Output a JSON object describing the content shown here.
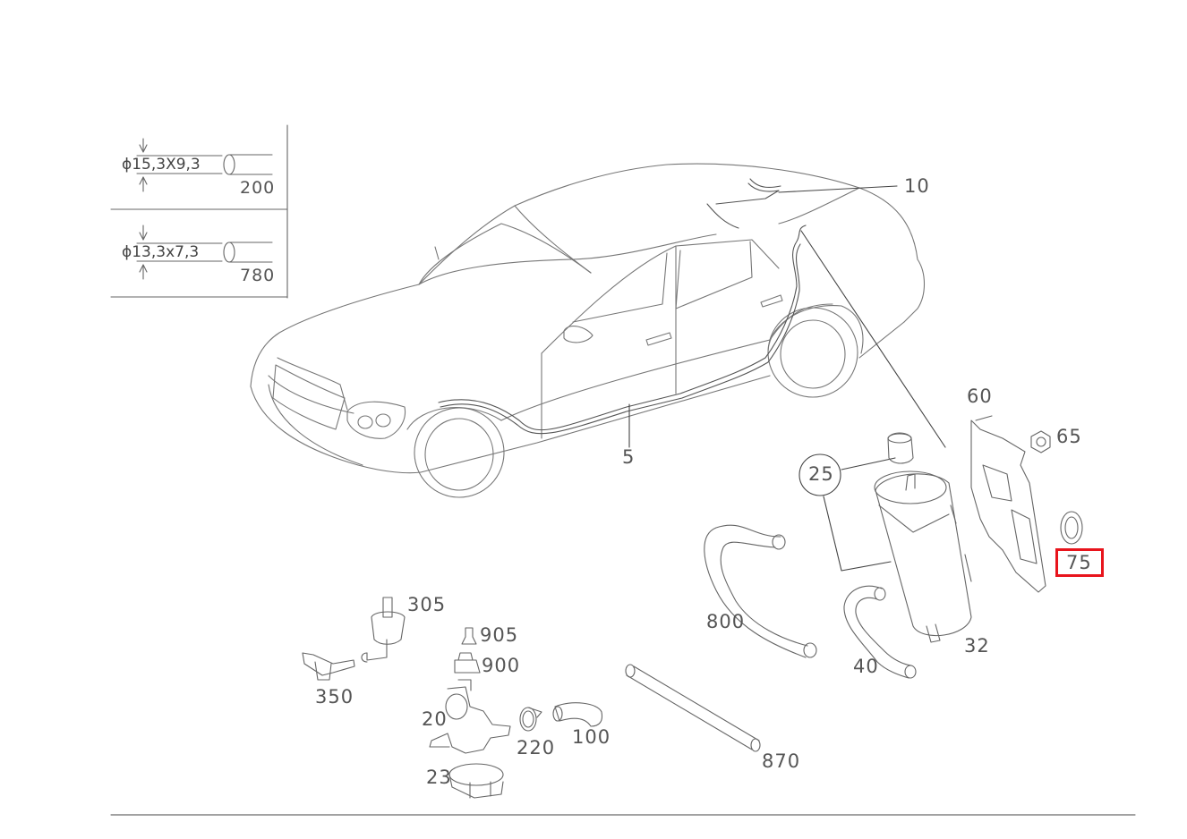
{
  "diagram": {
    "highlight_color": "#e8141c",
    "highlighted_part": "75",
    "hose_specs": [
      {
        "dimension": "ϕ15,3X9,3",
        "part": "200"
      },
      {
        "dimension": "ϕ13,3x7,3",
        "part": "780"
      }
    ],
    "parts": {
      "p10": "10",
      "p5": "5",
      "p60": "60",
      "p65": "65",
      "p25": "25",
      "p75": "75",
      "p32": "32",
      "p800": "800",
      "p40": "40",
      "p305": "305",
      "p905": "905",
      "p900": "900",
      "p350": "350",
      "p20": "20",
      "p220": "220",
      "p100": "100",
      "p23": "23",
      "p870": "870"
    }
  }
}
